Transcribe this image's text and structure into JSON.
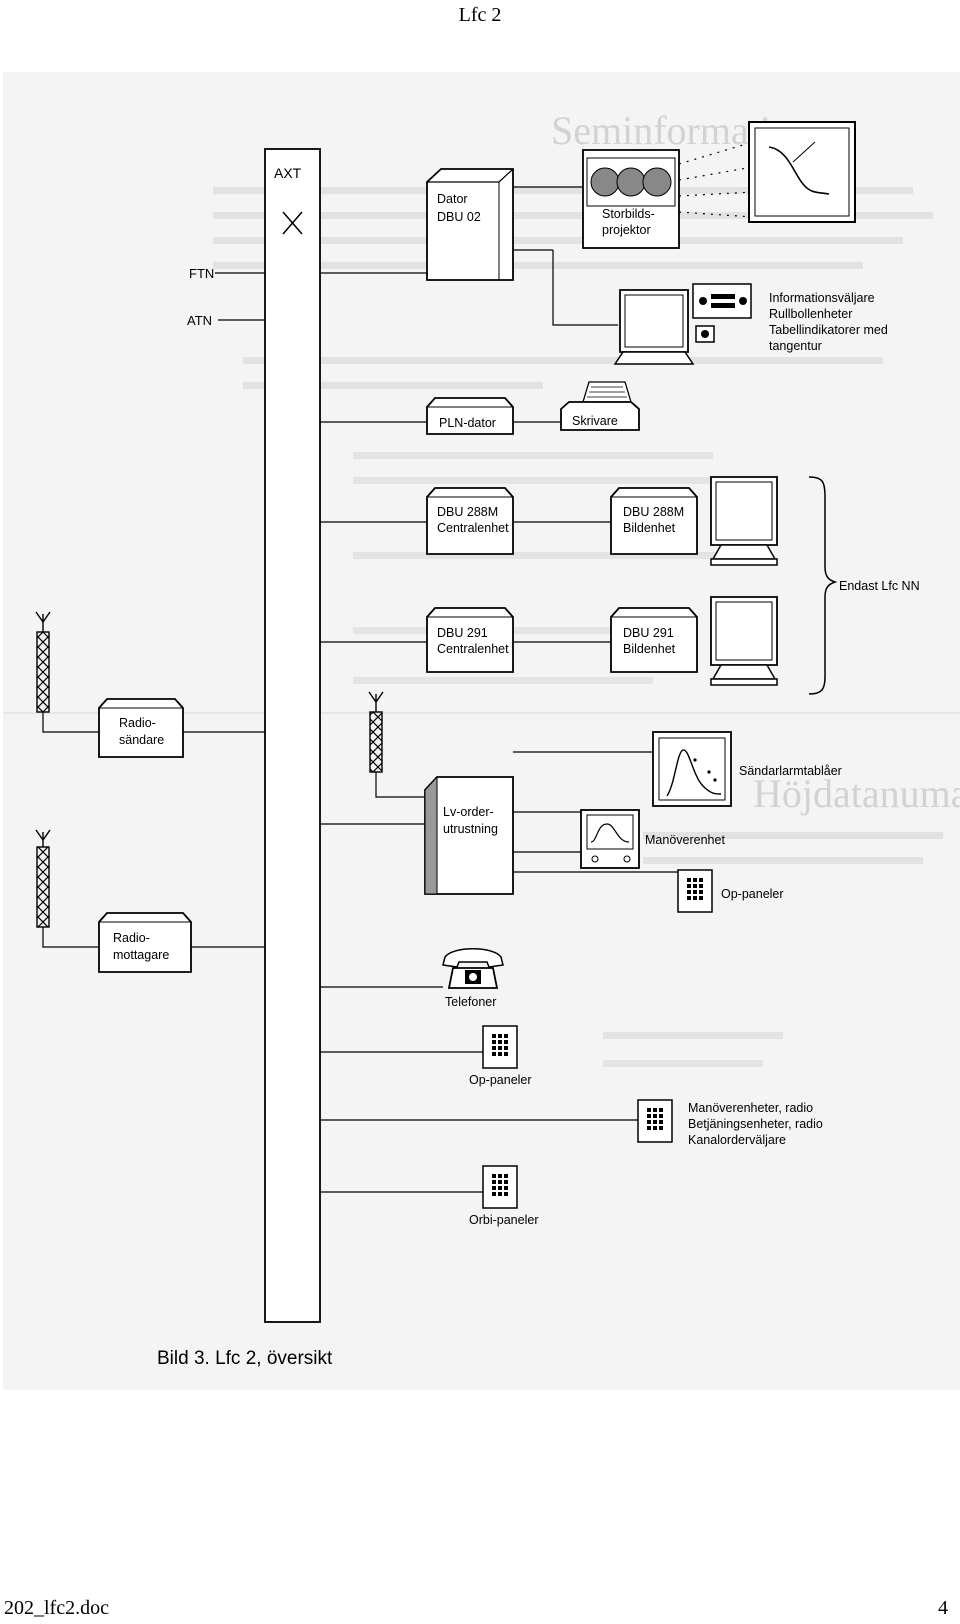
{
  "page": {
    "header": "Lfc 2",
    "footer_left": "202_lfc2.doc",
    "footer_right": "4"
  },
  "diagram": {
    "caption": "Bild 3. Lfc 2, översikt",
    "bus_labels": {
      "axt": "AXT",
      "ftn": "FTN",
      "atn": "ATN"
    },
    "nodes": {
      "dator": [
        "Dator",
        "DBU 02"
      ],
      "storbild": [
        "Storbilds-",
        "projektor"
      ],
      "info": [
        "Informationsväljare",
        "Rullbollenheter",
        "Tabellindikatorer med",
        "tangentur"
      ],
      "pln": "PLN-dator",
      "skrivare": "Skrivare",
      "dbu288c": [
        "DBU 288M",
        "Centralenhet"
      ],
      "dbu288b": [
        "DBU 288M",
        "Bildenhet"
      ],
      "dbu291c": [
        "DBU 291",
        "Centralenhet"
      ],
      "dbu291b": [
        "DBU 291",
        "Bildenhet"
      ],
      "endast": "Endast Lfc NN",
      "radiosandare": [
        "Radio-",
        "sändare"
      ],
      "radiomottagare": [
        "Radio-",
        "mottagare"
      ],
      "lvorder": [
        "Lv-order-",
        "utrustning"
      ],
      "sandarlarm": "Sändarlarmtablåer",
      "manover": "Manöverenhet",
      "oppaneler1": "Op-paneler",
      "telefoner": "Telefoner",
      "oppaneler2": "Op-paneler",
      "manoverenheter": [
        "Manöverenheter, radio",
        "Betjäningsenheter, radio",
        "Kanalorderväljare"
      ],
      "orbi": "Orbi-paneler"
    }
  }
}
